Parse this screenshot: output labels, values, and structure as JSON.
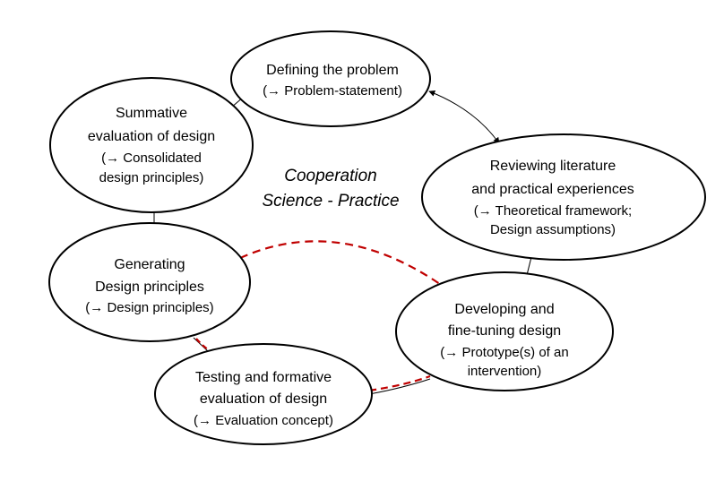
{
  "center": {
    "lines": [
      "Cooperation",
      "Science - Practice"
    ]
  },
  "nodes": [
    {
      "id": "defining-problem",
      "lines": [
        "Defining the problem",
        "(→ Problem-statement)"
      ]
    },
    {
      "id": "reviewing-literature",
      "lines": [
        "Reviewing literature",
        "and practical experiences",
        "(→ Theoretical framework;",
        "Design assumptions)"
      ]
    },
    {
      "id": "developing-design",
      "lines": [
        "Developing and",
        "fine-tuning design",
        "(→ Prototype(s) of an",
        "intervention)"
      ]
    },
    {
      "id": "testing-evaluation",
      "lines": [
        "Testing and formative",
        "evaluation of design",
        "(→ Evaluation concept)"
      ]
    },
    {
      "id": "generating-principles",
      "lines": [
        "Generating",
        "Design principles",
        "(→ Design principles)"
      ]
    },
    {
      "id": "summative-evaluation",
      "lines": [
        "Summative",
        "evaluation of design",
        "(→ Consolidated",
        "design principles)"
      ]
    }
  ],
  "colors": {
    "outline": "#000000",
    "dashed_link": "#c00000"
  }
}
